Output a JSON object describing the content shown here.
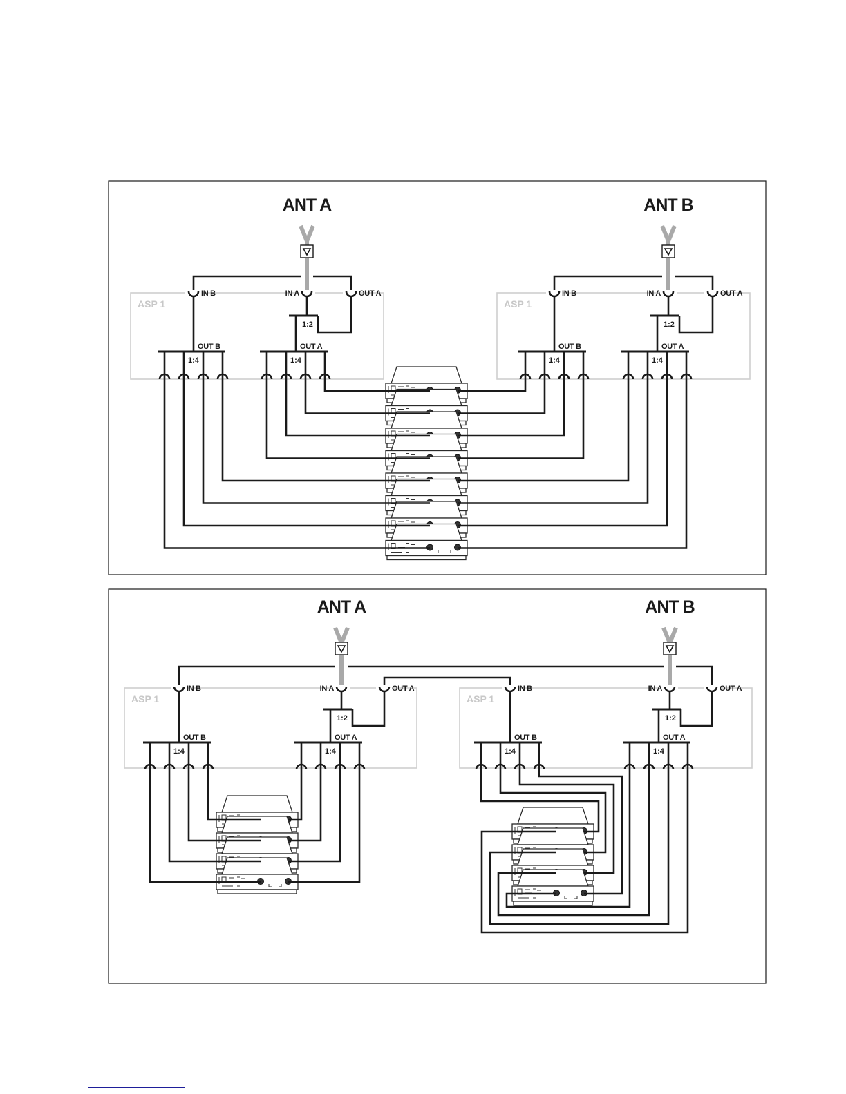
{
  "page": {
    "footer_link_color": "#1e1e99"
  },
  "colors": {
    "wire": "#1a1a1a",
    "antenna_cable": "#a9a9a9",
    "asp_outline": "#cfcfcf",
    "asp_label": "#c8c8c8"
  },
  "diagrams": [
    {
      "id": "top",
      "description": "Two ASP 1 splitters, each OUT A looped to its own IN B; 8 stacked receivers",
      "antennas": [
        {
          "label": "ANT A",
          "feeds": "left-asp IN A"
        },
        {
          "label": "ANT B",
          "feeds": "right-asp IN A"
        }
      ],
      "asps": [
        {
          "label": "ASP 1",
          "ports": {
            "in_b": "IN B",
            "in_a": "IN A",
            "out_a": "OUT A",
            "out_b_bus": "OUT B",
            "out_a_bus": "OUT A"
          },
          "splitter_in": "1:2",
          "splitter_b": "1:4",
          "splitter_a": "1:4"
        },
        {
          "label": "ASP 1",
          "ports": {
            "in_b": "IN B",
            "in_a": "IN A",
            "out_a": "OUT A",
            "out_b_bus": "OUT B",
            "out_a_bus": "OUT A"
          },
          "splitter_in": "1:2",
          "splitter_b": "1:4",
          "splitter_a": "1:4"
        }
      ],
      "loop_connections": [
        "left OUT A -> left IN B",
        "right OUT A -> right IN B"
      ],
      "receiver_count": 8
    },
    {
      "id": "bottom",
      "description": "Two ASP 1 splitters cross-linked (left OUT A -> right IN B, right OUT A -> left IN B); two stacks of 4 receivers",
      "antennas": [
        {
          "label": "ANT A",
          "feeds": "left-asp IN A"
        },
        {
          "label": "ANT B",
          "feeds": "right-asp IN A"
        }
      ],
      "asps": [
        {
          "label": "ASP 1",
          "ports": {
            "in_b": "IN B",
            "in_a": "IN A",
            "out_a": "OUT A",
            "out_b_bus": "OUT B",
            "out_a_bus": "OUT A"
          },
          "splitter_in": "1:2",
          "splitter_b": "1:4",
          "splitter_a": "1:4"
        },
        {
          "label": "ASP 1",
          "ports": {
            "in_b": "IN B",
            "in_a": "IN A",
            "out_a": "OUT A",
            "out_b_bus": "OUT B",
            "out_a_bus": "OUT A"
          },
          "splitter_in": "1:2",
          "splitter_b": "1:4",
          "splitter_a": "1:4"
        }
      ],
      "loop_connections": [
        "left OUT A -> right IN B",
        "right OUT A -> left IN B"
      ],
      "receiver_stacks": [
        4,
        4
      ]
    }
  ]
}
